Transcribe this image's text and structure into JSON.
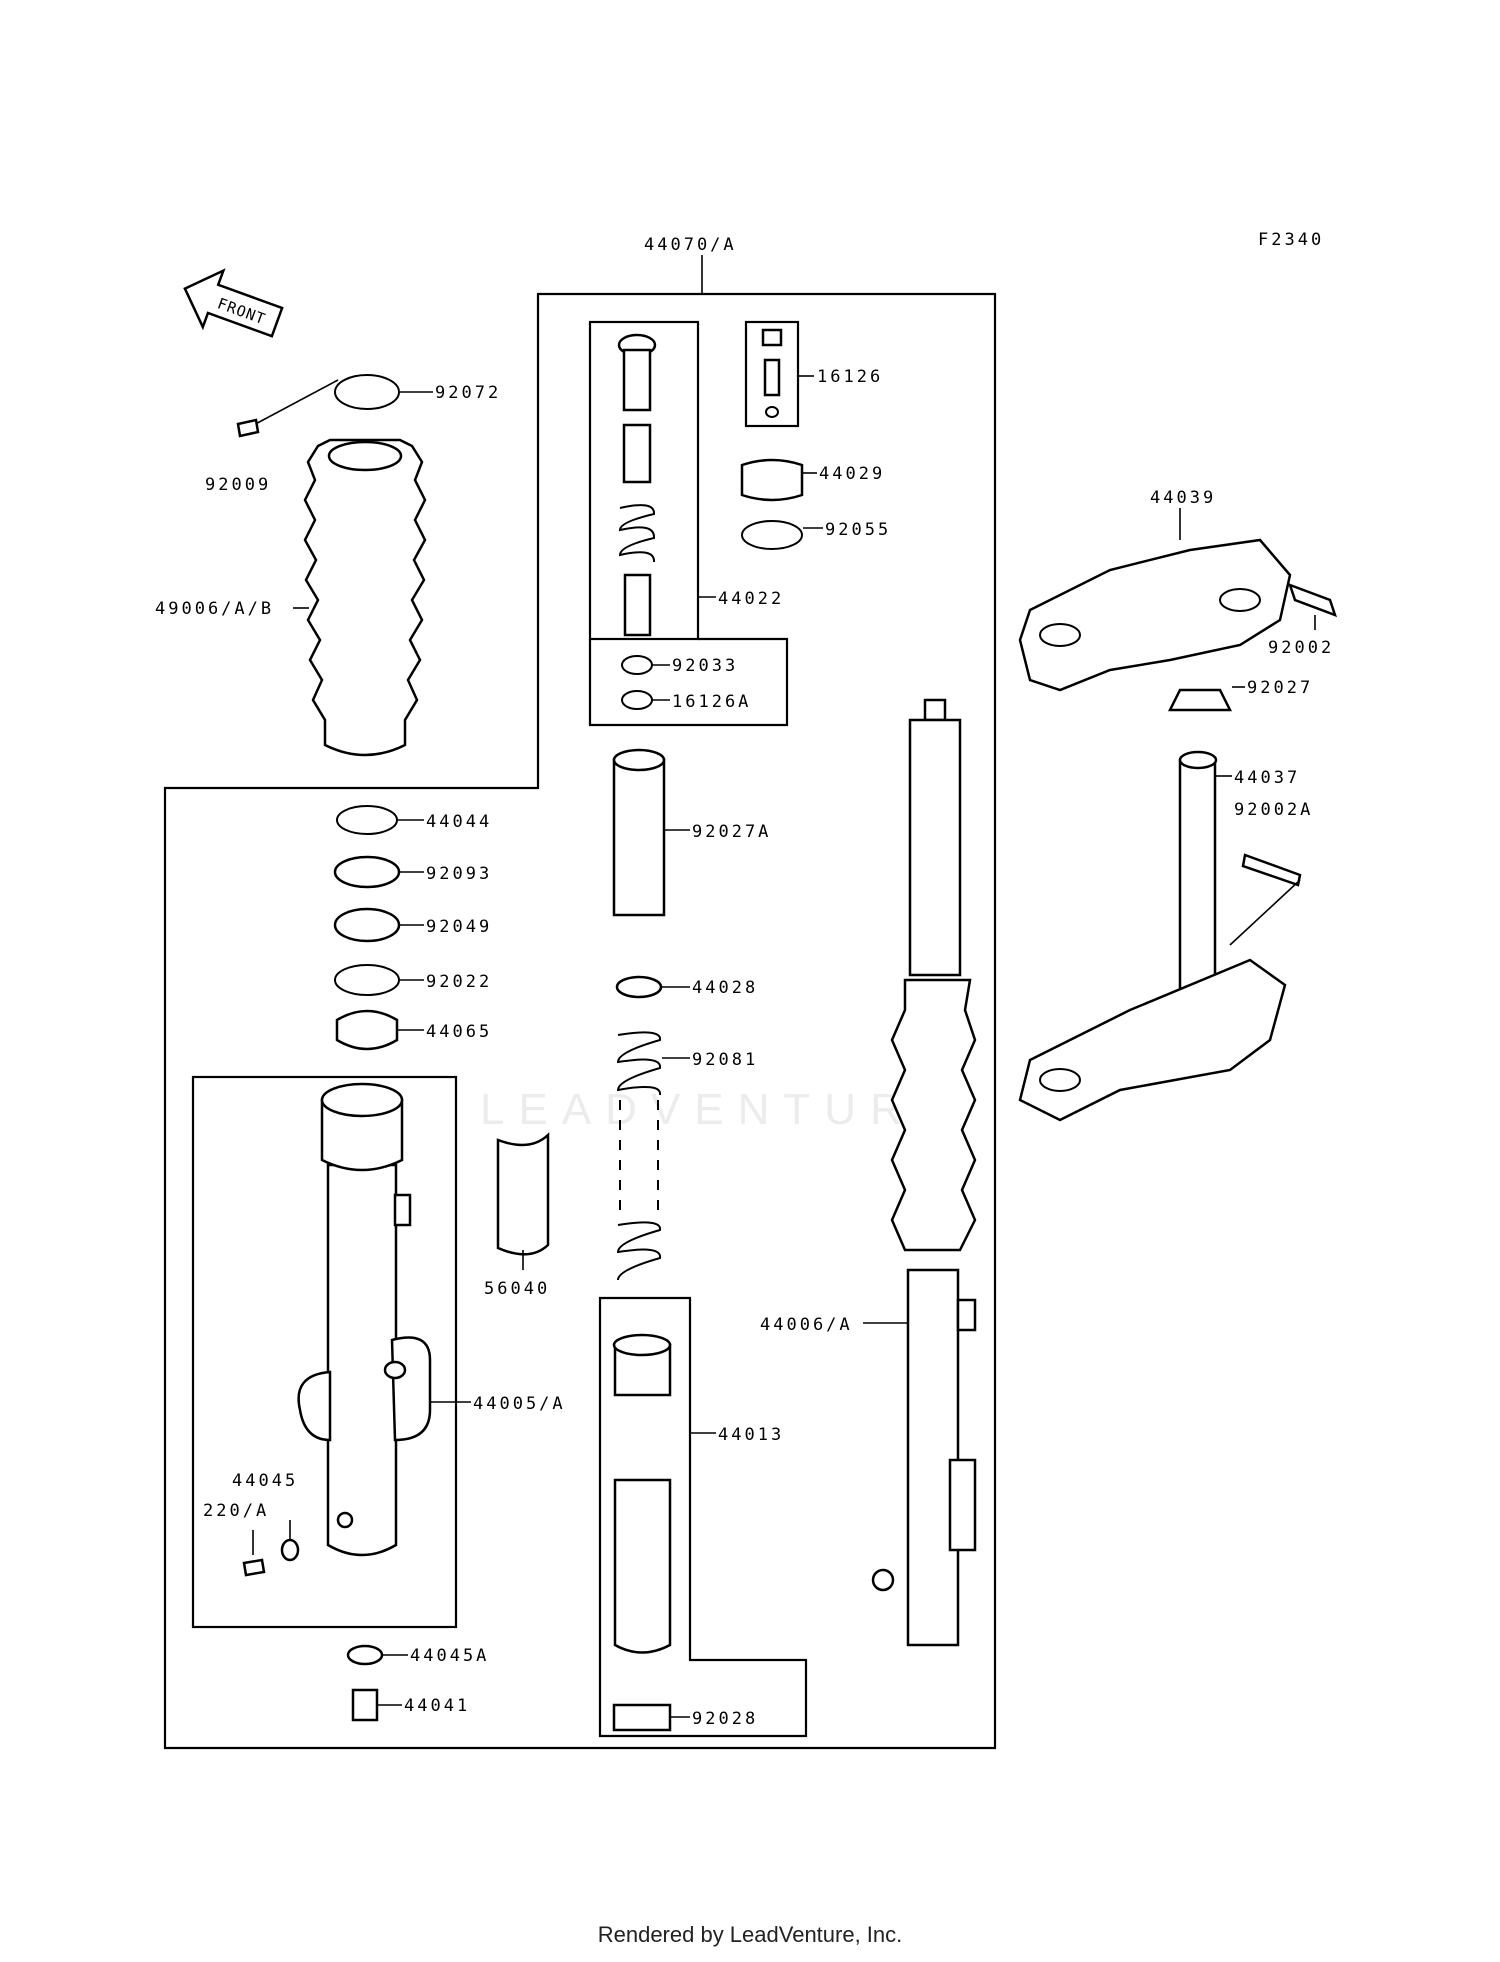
{
  "diagram": {
    "code": "F2340",
    "front_label": "FRONT",
    "parts": {
      "p44070": "44070/A",
      "p92072": "92072",
      "p92009": "92009",
      "p49006": "49006/A/B",
      "p16126": "16126",
      "p44029": "44029",
      "p92055": "92055",
      "p44022": "44022",
      "p92033": "92033",
      "p16126A": "16126A",
      "p44039": "44039",
      "p92002": "92002",
      "p92027": "92027",
      "p44037": "44037",
      "p92002A": "92002A",
      "p44044": "44044",
      "p92093": "92093",
      "p92049": "92049",
      "p92022": "92022",
      "p44065": "44065",
      "p92027A": "92027A",
      "p44028": "44028",
      "p92081": "92081",
      "p56040": "56040",
      "p44006": "44006/A",
      "p44005": "44005/A",
      "p44013": "44013",
      "p44045": "44045",
      "p220": "220/A",
      "p44045A": "44045A",
      "p44041": "44041",
      "p92028": "92028"
    }
  },
  "watermark": "LEADVENTURE",
  "footer": "Rendered by LeadVenture, Inc."
}
